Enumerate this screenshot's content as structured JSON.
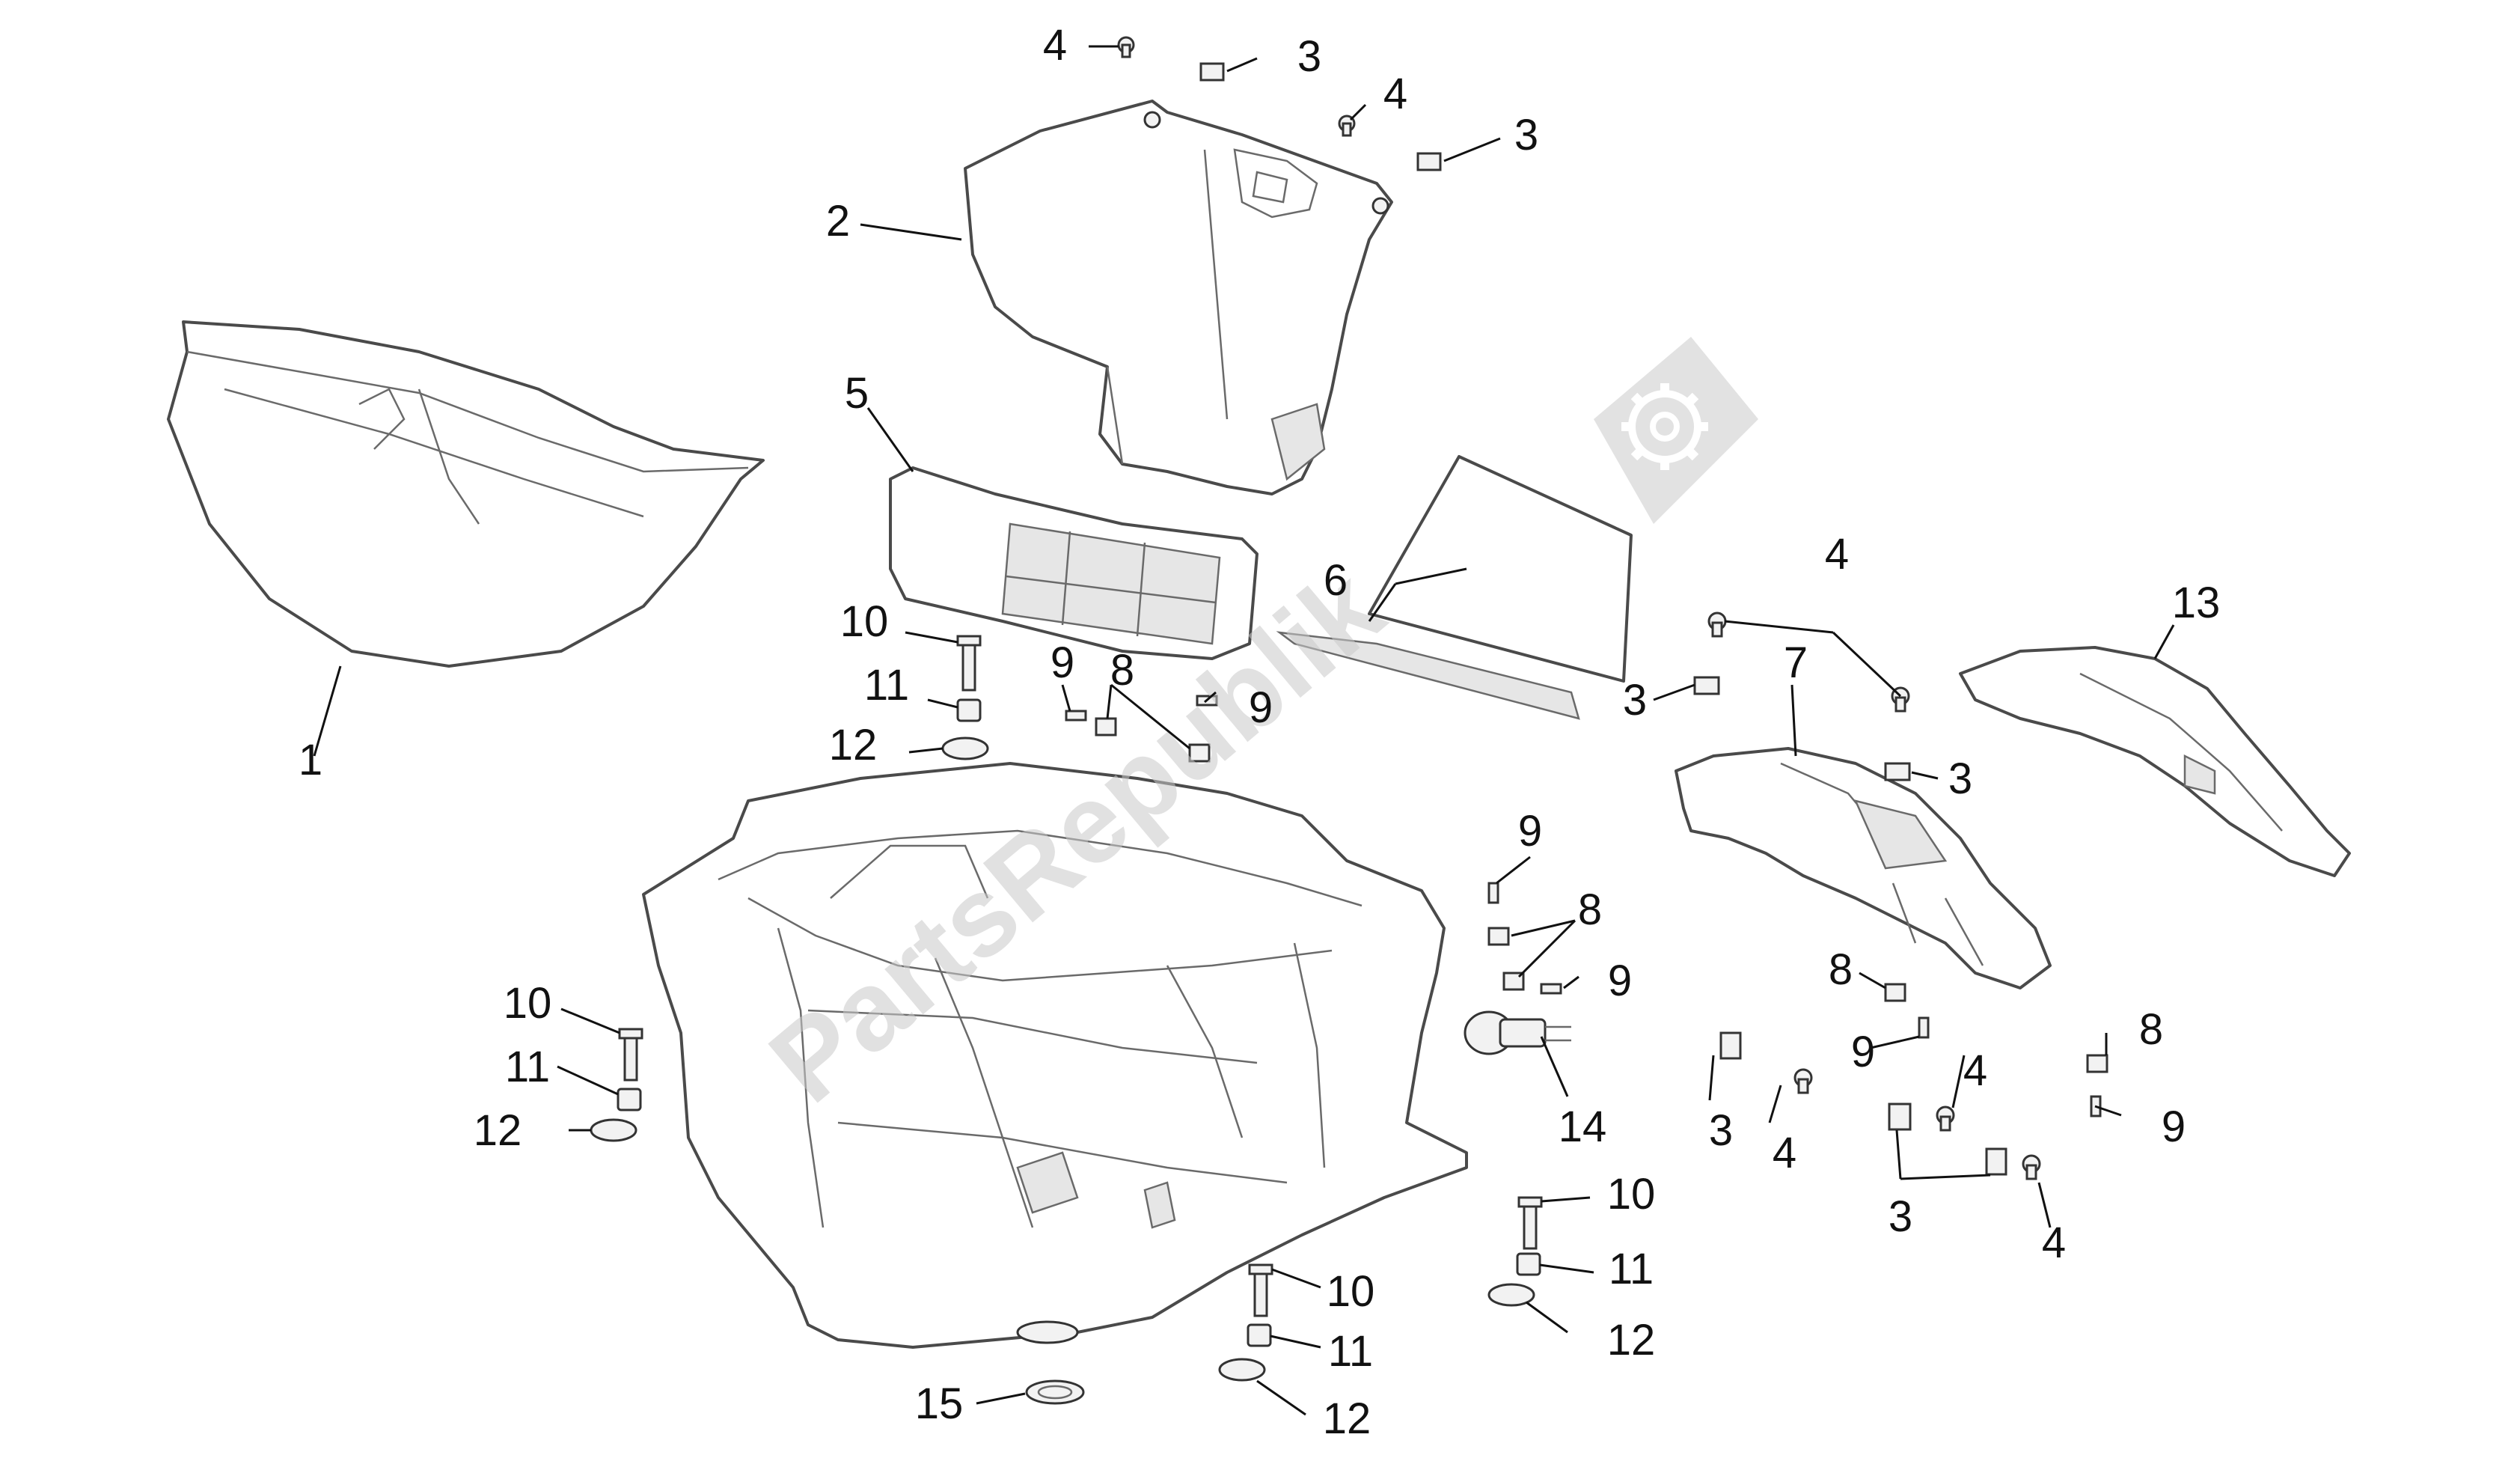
{
  "watermark": {
    "text": "PartsRepublik",
    "icon": "gear-icon"
  },
  "callouts": [
    {
      "id": "c1",
      "label": "1"
    },
    {
      "id": "c2",
      "label": "2"
    },
    {
      "id": "c3a",
      "label": "3"
    },
    {
      "id": "c3b",
      "label": "3"
    },
    {
      "id": "c3c",
      "label": "3"
    },
    {
      "id": "c3d",
      "label": "3"
    },
    {
      "id": "c3e",
      "label": "3"
    },
    {
      "id": "c3f",
      "label": "3"
    },
    {
      "id": "c4a",
      "label": "4"
    },
    {
      "id": "c4b",
      "label": "4"
    },
    {
      "id": "c4c",
      "label": "4"
    },
    {
      "id": "c4d",
      "label": "4"
    },
    {
      "id": "c4e",
      "label": "4"
    },
    {
      "id": "c4f",
      "label": "4"
    },
    {
      "id": "c5",
      "label": "5"
    },
    {
      "id": "c6",
      "label": "6"
    },
    {
      "id": "c7",
      "label": "7"
    },
    {
      "id": "c8a",
      "label": "8"
    },
    {
      "id": "c8b",
      "label": "8"
    },
    {
      "id": "c8c",
      "label": "8"
    },
    {
      "id": "c8d",
      "label": "8"
    },
    {
      "id": "c9a",
      "label": "9"
    },
    {
      "id": "c9b",
      "label": "9"
    },
    {
      "id": "c9c",
      "label": "9"
    },
    {
      "id": "c9d",
      "label": "9"
    },
    {
      "id": "c9e",
      "label": "9"
    },
    {
      "id": "c9f",
      "label": "9"
    },
    {
      "id": "c10a",
      "label": "10"
    },
    {
      "id": "c10b",
      "label": "10"
    },
    {
      "id": "c10c",
      "label": "10"
    },
    {
      "id": "c10d",
      "label": "10"
    },
    {
      "id": "c11a",
      "label": "11"
    },
    {
      "id": "c11b",
      "label": "11"
    },
    {
      "id": "c11c",
      "label": "11"
    },
    {
      "id": "c11d",
      "label": "11"
    },
    {
      "id": "c12a",
      "label": "12"
    },
    {
      "id": "c12b",
      "label": "12"
    },
    {
      "id": "c12c",
      "label": "12"
    },
    {
      "id": "c12d",
      "label": "12"
    },
    {
      "id": "c13",
      "label": "13"
    },
    {
      "id": "c14",
      "label": "14"
    },
    {
      "id": "c15",
      "label": "15"
    }
  ]
}
